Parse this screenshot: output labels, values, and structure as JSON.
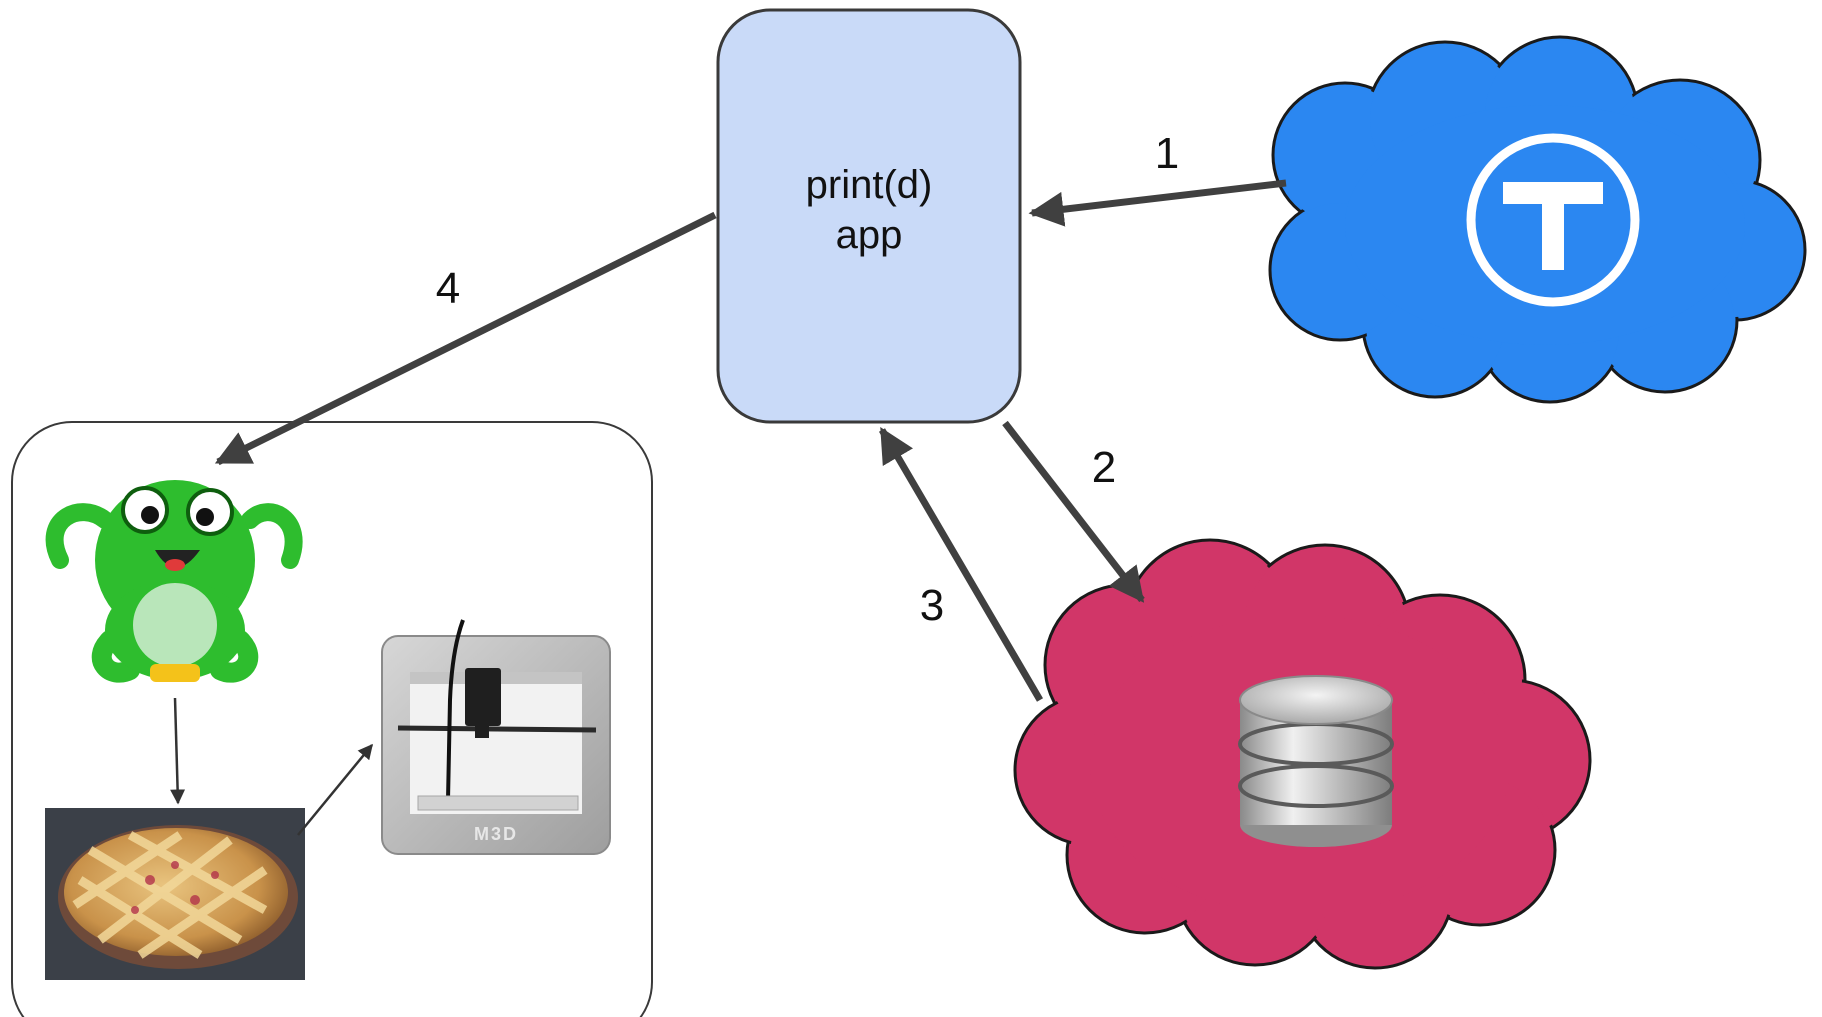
{
  "app_box": {
    "line1": "print(d)",
    "line2": "app"
  },
  "steps": [
    "1",
    "2",
    "3",
    "4"
  ],
  "printer_brand": "M3D",
  "icons": {
    "service_cloud": "twitter-t-cloud-icon",
    "database_cloud": "database-cloud-icon",
    "octoprint": "octoprint-octopus-icon",
    "pie": "pie-photo",
    "printer": "3d-printer-icon"
  },
  "colors": {
    "app_fill": "#c9daf8",
    "service_cloud": "#2b87f1",
    "database_cloud": "#d13668",
    "arrow": "#404040",
    "octopus": "#2ebd2e"
  }
}
